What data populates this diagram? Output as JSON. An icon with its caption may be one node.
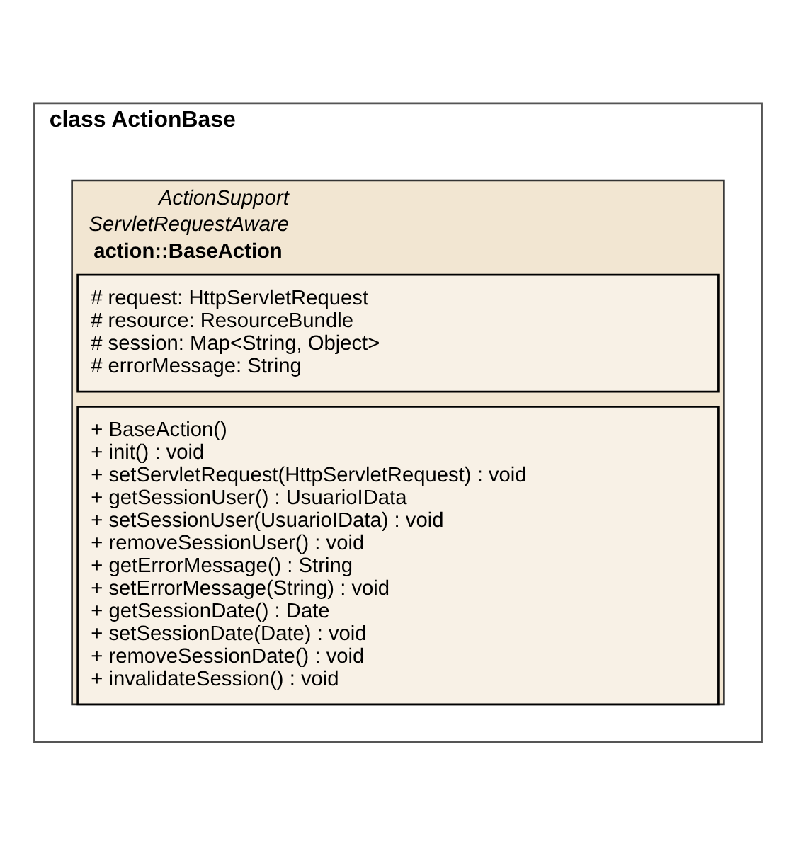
{
  "diagram": {
    "nodes": [
      {
        "text": [
          "class ActionBase"
        ]
      },
      {
        "text": [
          "ActionSupport",
          "ServletRequestAware",
          "action::BaseAction"
        ],
        "in": 0
      },
      {
        "text": [
          "# request: HttpServletRequest",
          "# resource: ResourceBundle",
          "# session: Map<String, Object>",
          "# errorMessage: String"
        ],
        "in": 1
      },
      {
        "text": [
          "+ BaseAction()",
          "+ init() : void",
          "+ setServletRequest(HttpServletRequest) : void",
          "+ getSessionUser() : UsuarioIData",
          "+ setSessionUser(UsuarioIData) : void",
          "+ removeSessionUser() : void",
          "+ getErrorMessage() : String",
          "+ setErrorMessage(String) : void",
          "+ getSessionDate() : Date",
          "+ setSessionDate(Date) : void",
          "+ removeSessionDate() : void",
          "+ invalidateSession() : void"
        ],
        "in": 1
      }
    ],
    "edges": []
  }
}
